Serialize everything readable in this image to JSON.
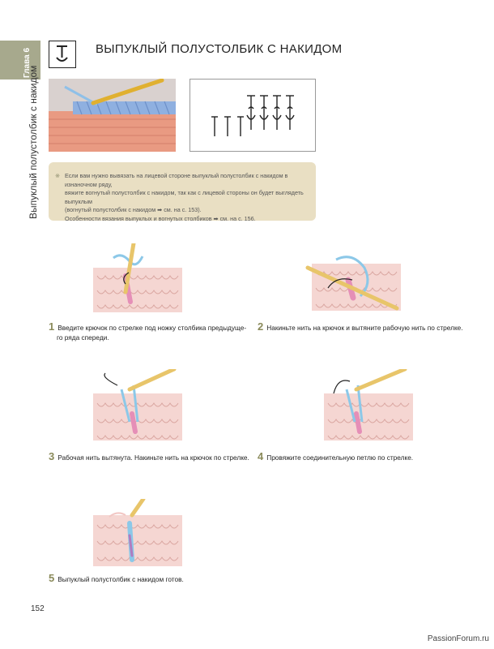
{
  "sidebar": {
    "chapter_label": "Глава 6",
    "section_title": "Выпуклый полустолбик с накидом"
  },
  "header": {
    "title": "ВЫПУКЛЫЙ ПОЛУСТОЛБИК С НАКИДОМ"
  },
  "note": {
    "mark": "※",
    "lines": [
      "Если вам нужно вывязать на лицевой стороне выпуклый полустолбик с накидом в изнаночном ряду,",
      "вяжите вогнутый полустолбик с накидом, так как с лицевой стороны он будет выглядеть выпуклым",
      "(вогнутый полустолбик с накидом ➡ см. на с. 153).",
      "Особенности вязания выпуклых и вогнутых столбиков ➡ см. на с. 156."
    ]
  },
  "steps": [
    {
      "num": "1",
      "line1": "Введите крючок по стрелке под ножку столбика предыдуще-",
      "line2": "го ряда спереди."
    },
    {
      "num": "2",
      "line1": "Накиньте нить на крючок и вытяните рабочую нить по стрелке.",
      "line2": ""
    },
    {
      "num": "3",
      "line1": "Рабочая нить вытянута. Накиньте нить на крючок по стрелке.",
      "line2": ""
    },
    {
      "num": "4",
      "line1": "Провяжите соединительную петлю по стрелке.",
      "line2": ""
    },
    {
      "num": "5",
      "line1": "Выпуклый полустолбик с накидом готов.",
      "line2": ""
    }
  ],
  "page_number": "152",
  "footer": "PassionForum.ru",
  "colors": {
    "sidebar": "#a7a98d",
    "note_bg": "#e9dfc3",
    "yarn_pink": "#f2c7c4",
    "yarn_blue": "#8cc8e8",
    "hook": "#e8c56a",
    "accent_stitch": "#e58fb7"
  }
}
